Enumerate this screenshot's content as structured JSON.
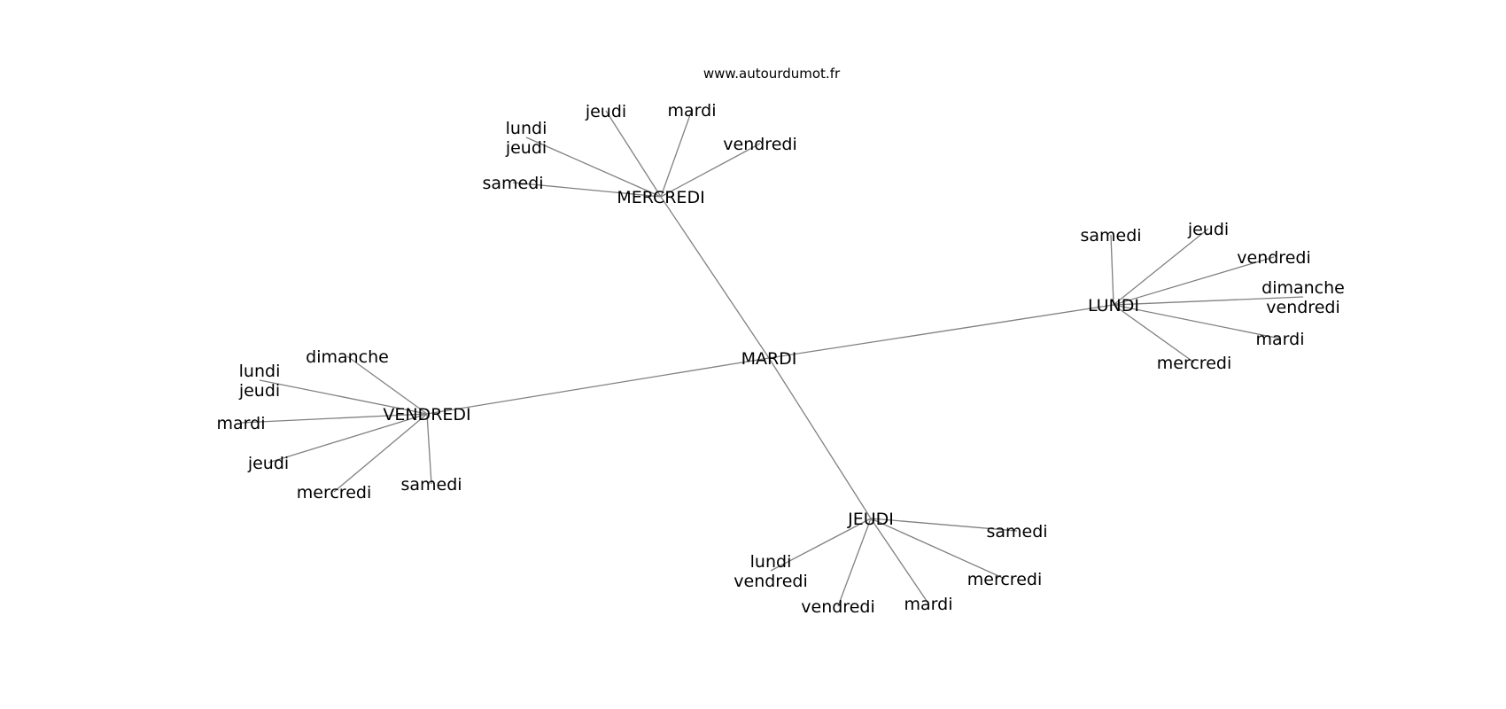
{
  "source": "www.autourdumot.fr",
  "center": "MARDI",
  "hubs": [
    {
      "label": "MERCREDI",
      "leaves": [
        [
          "lundi",
          "jeudi"
        ],
        [
          "jeudi"
        ],
        [
          "mardi"
        ],
        [
          "vendredi"
        ],
        [
          "samedi"
        ]
      ]
    },
    {
      "label": "LUNDI",
      "leaves": [
        [
          "samedi"
        ],
        [
          "jeudi"
        ],
        [
          "vendredi"
        ],
        [
          "dimanche",
          "vendredi"
        ],
        [
          "mardi"
        ],
        [
          "mercredi"
        ]
      ]
    },
    {
      "label": "VENDREDI",
      "leaves": [
        [
          "dimanche"
        ],
        [
          "lundi",
          "jeudi"
        ],
        [
          "mardi"
        ],
        [
          "jeudi"
        ],
        [
          "mercredi"
        ],
        [
          "samedi"
        ]
      ]
    },
    {
      "label": "JEUDI",
      "leaves": [
        [
          "samedi"
        ],
        [
          "lundi",
          "vendredi"
        ],
        [
          "mercredi"
        ],
        [
          "vendredi"
        ],
        [
          "mardi"
        ]
      ]
    }
  ]
}
